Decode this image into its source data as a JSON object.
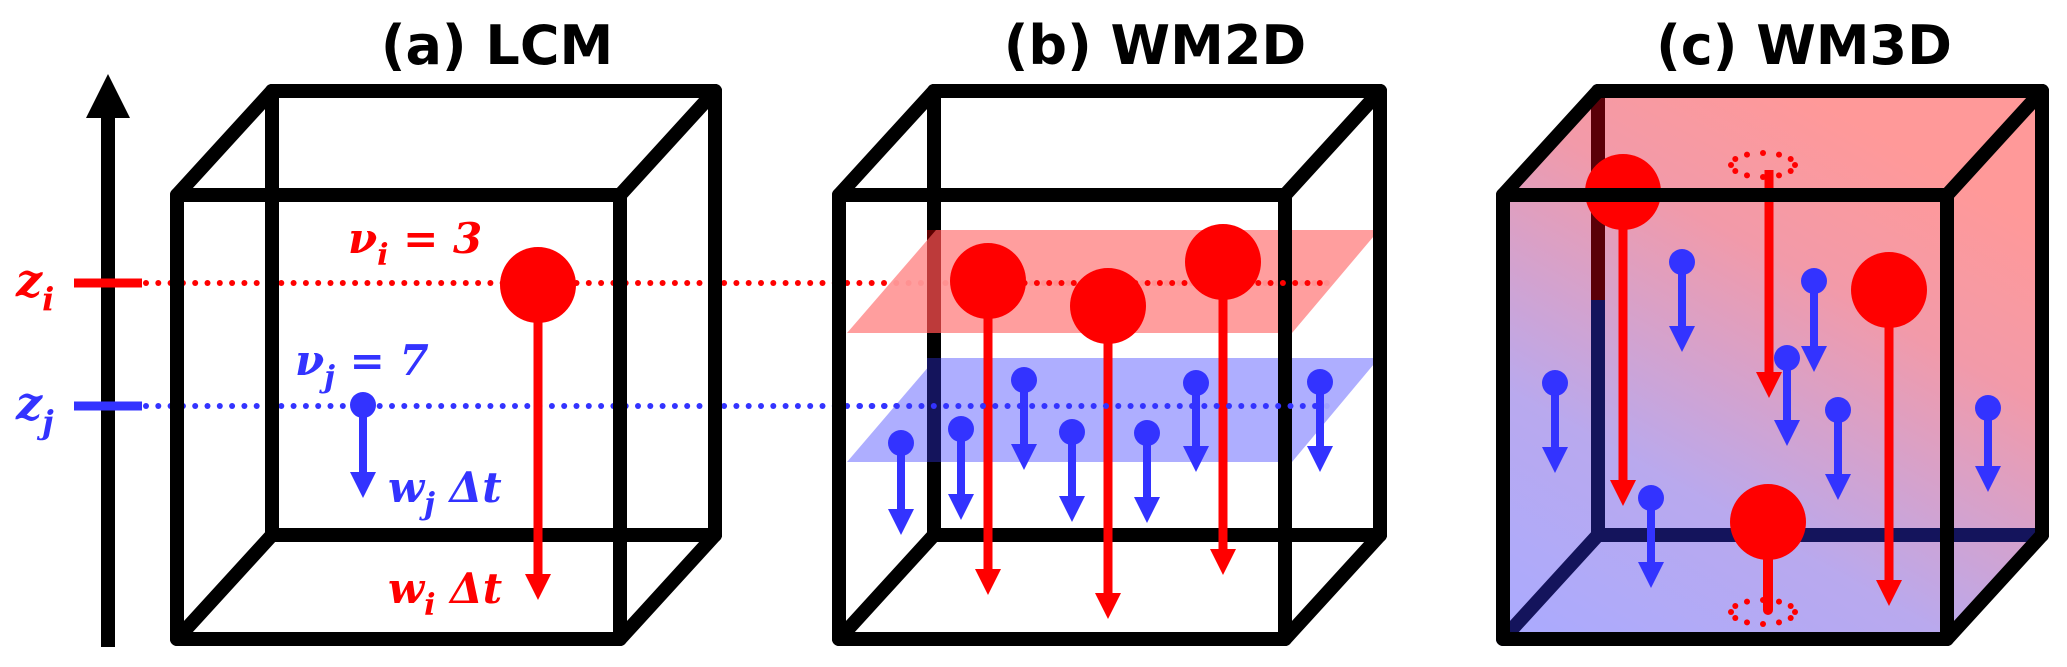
{
  "figure": {
    "colors": {
      "red": "#ff0000",
      "blue": "#3333ff",
      "red_plane": "#ff9999",
      "blue_plane": "#aaaaff",
      "edge": "#000000",
      "hidden_edge": "#14145c"
    },
    "axis": {
      "label_i": {
        "var": "z",
        "sub": "i"
      },
      "label_j": {
        "var": "z",
        "sub": "j"
      }
    },
    "panels": [
      {
        "id": "a",
        "title": "(a) LCM",
        "labels": {
          "nu_i": {
            "var": "ν",
            "sub": "i",
            "rest": " = 3"
          },
          "nu_j": {
            "var": "ν",
            "sub": "j",
            "rest": " = 7"
          },
          "w_j": {
            "var": "w",
            "sub": "j",
            "rest": " Δt"
          },
          "w_i": {
            "var": "w",
            "sub": "i",
            "rest": " Δt"
          }
        },
        "nu_i": 3,
        "nu_j": 7
      },
      {
        "id": "b",
        "title": "(b) WM2D",
        "planes": [
          "red",
          "blue"
        ]
      },
      {
        "id": "c",
        "title": "(c) WM3D",
        "fill": "vertical gradient red (top) to blue (bottom)",
        "periodic_boundary_markers": 2
      }
    ]
  }
}
